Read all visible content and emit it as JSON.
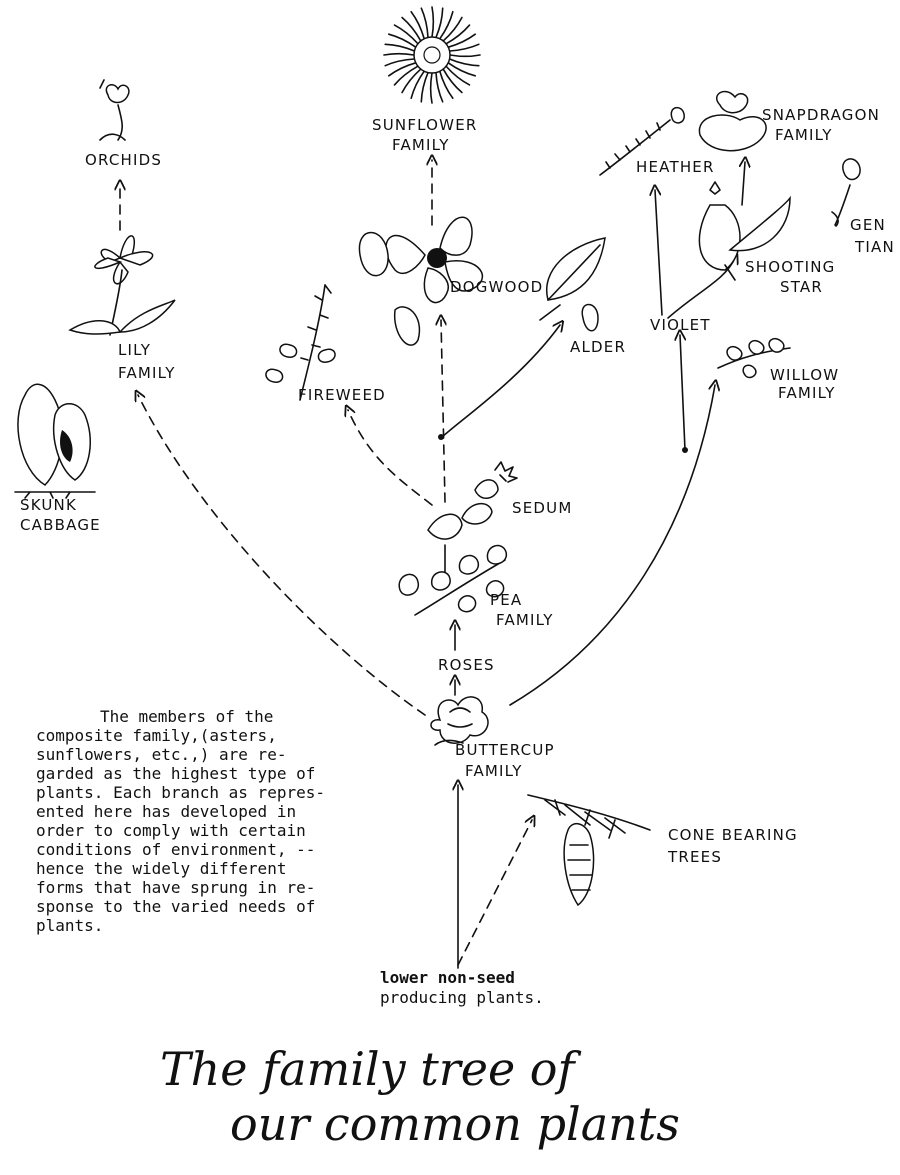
{
  "labels": {
    "orchids": "ORCHIDS",
    "lily_family": [
      "LILY",
      "FAMILY"
    ],
    "skunk_cabbage": [
      "SKUNK",
      "CABBAGE"
    ],
    "sunflower_family": [
      "SUNFLOWER",
      "FAMILY"
    ],
    "dogwood": "DOGWOOD",
    "alder": "ALDER",
    "fireweed": "FIREWEED",
    "sedum": "SEDUM",
    "pea_family": [
      "PEA",
      "FAMILY"
    ],
    "roses": "ROSES",
    "buttercup_family": [
      "BUTTERCUP",
      "FAMILY"
    ],
    "snapdragon_family": [
      "SNAPDRAGON",
      "FAMILY"
    ],
    "heather": "HEATHER",
    "gentian": [
      "GEN",
      "TIAN"
    ],
    "shooting_star": [
      "SHOOTING",
      "STAR"
    ],
    "violet": "VIOLET",
    "willow_family": [
      "WILLOW",
      "FAMILY"
    ],
    "cone_bearing_trees": [
      "CONE BEARING",
      "TREES"
    ]
  },
  "caption": [
    "The members of the",
    "composite family,(asters,",
    "sunflowers, etc.,) are re-",
    "garded as the highest type of",
    "plants. Each branch as repres-",
    "ented here has developed in",
    "order to comply with certain",
    "conditions of environment, --",
    "hence the widely different",
    "forms that have sprung in re-",
    "sponse to the varied needs of",
    "plants."
  ],
  "root_label": [
    "lower non-seed",
    "producing plants."
  ],
  "title": [
    "The family tree of",
    "our common plants"
  ]
}
